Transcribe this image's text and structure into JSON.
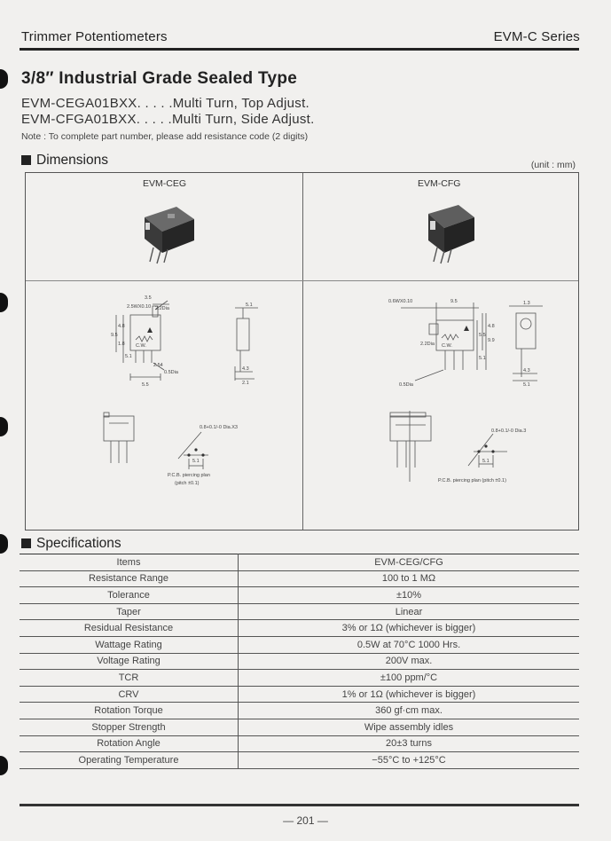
{
  "header": {
    "left": "Trimmer Potentiometers",
    "right": "EVM-C Series"
  },
  "title": "3/8″ Industrial Grade Sealed Type",
  "models": [
    "EVM-CEGA01BXX. . . . .Multi Turn, Top Adjust.",
    "EVM-CFGA01BXX. . . . .Multi Turn, Side Adjust."
  ],
  "note": "Note : To complete part number, please add resistance code (2 digits)",
  "dimensions": {
    "heading": "Dimensions",
    "unit": "(unit : mm)",
    "left_caption": "EVM-CEG",
    "right_caption": "EVM-CFG",
    "left_drawing": {
      "top_dim": "3.5",
      "shaft_dim": "2.5WX0.10",
      "dia": "2.2Dia",
      "side_dims": [
        "9.5",
        "4.8",
        "1.8",
        "5.1"
      ],
      "pin_dia": "0.5Dia",
      "cw_label": "C.W.",
      "width_dim": "5.5",
      "pitch_dim": "2.54",
      "side_view": [
        "5.1",
        "4.3",
        "2.1"
      ],
      "pcb_hole": "0.8+0.1/-0 Dia.X3",
      "pcb_pitch": "5.1",
      "pcb_caption_1": "P.C.B. piercing plan",
      "pcb_caption_2": "(pitch ±0.1)"
    },
    "right_drawing": {
      "top_dim": "9.5",
      "shaft_dim": "0.6WX0.10",
      "dia": "2.2Dia",
      "side_dims": [
        "5.5",
        "5.1",
        "4.8",
        "9.9"
      ],
      "pin_dia": "0.5Dia",
      "cw_label": "C.W.",
      "side_view": [
        "4.3",
        "5.1",
        "1.3"
      ],
      "pcb_hole": "0.8+0.1/-0 Dia.3",
      "pcb_pitch": "5.1",
      "pcb_caption": "P.C.B. piercing plan (pitch ±0.1)"
    }
  },
  "specifications": {
    "heading": "Specifications",
    "rows": [
      [
        "Items",
        "EVM-CEG/CFG"
      ],
      [
        "Resistance Range",
        "100 to 1 MΩ"
      ],
      [
        "Tolerance",
        "±10%"
      ],
      [
        "Taper",
        "Linear"
      ],
      [
        "Residual Resistance",
        "3% or 1Ω (whichever is bigger)"
      ],
      [
        "Wattage Rating",
        "0.5W at 70°C 1000 Hrs."
      ],
      [
        "Voltage Rating",
        "200V max."
      ],
      [
        "TCR",
        "±100 ppm/°C"
      ],
      [
        "CRV",
        "1% or 1Ω (whichever is bigger)"
      ],
      [
        "Rotation Torque",
        "360 gf·cm max."
      ],
      [
        "Stopper Strength",
        "Wipe assembly idles"
      ],
      [
        "Rotation Angle",
        "20±3 turns"
      ],
      [
        "Operating Temperature",
        "−55°C to +125°C"
      ]
    ]
  },
  "page_number": "— 201 —"
}
